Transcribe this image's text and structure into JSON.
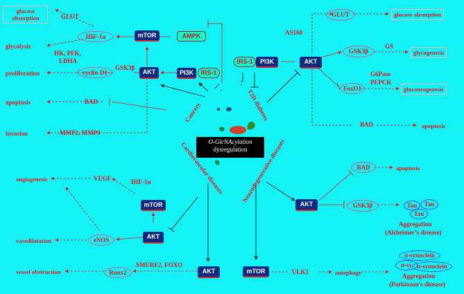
{
  "center": {
    "line1": "O-GlcNAcylation",
    "line2": "dysregulation"
  },
  "categories": {
    "cancers": "Cancers",
    "t2d": "T2D diabetes",
    "cvd": "Cardiovascular diseases",
    "neuro": "Neurodegenerative diseases"
  },
  "cancer": {
    "mtor": "mTOR",
    "ampk": "AMPK",
    "hif": "HIF-1α",
    "akt": "AKT",
    "pi3k": "PI3K",
    "irs1": "IRS-1",
    "cyclin": "cyclin D1",
    "glut": "GLUT",
    "hk": "HK, PFK,",
    "ldha": "LDHA",
    "gsk": "GSK3β",
    "bad": "BAD",
    "mmp": "MMP2, MMP9",
    "out_glucose1": "glucose",
    "out_glucose2": "absorption",
    "out_glycolysis": "glycolysis",
    "out_proliferation": "proliferation",
    "out_apoptosis": "apoptosis",
    "out_invasion": "invasion"
  },
  "diabetes": {
    "irs1": "IRS-1",
    "pi3k": "PI3K",
    "akt": "AKT",
    "glut": "GLUT",
    "as160": "AS160",
    "gsk": "GSK3β",
    "gs": "GS",
    "foxo": "FoxO1",
    "g6pase": "G6Pase",
    "pepck": "PEPCK",
    "bad": "BAD",
    "out_glucose": "glucose absorption",
    "out_glycogenesis": "glycogenesis",
    "out_gluconeogenesis": "gluconeogenesis",
    "out_apoptosis": "apoptosis"
  },
  "cardio": {
    "vegf": "VEGF",
    "hif": "HIF-1α",
    "mtor": "mTOR",
    "akt": "AKT",
    "enos": "eNOS",
    "akt2": "AKT",
    "smurf": "SMURF2, FOXO",
    "runx": "Runx2",
    "out_angiogenesis": "angiogenesis",
    "out_vasodilatation": "vasodilatation",
    "out_vessel": "vessel obstruction"
  },
  "neuro": {
    "bad": "BAD",
    "akt": "AKT",
    "gsk": "GSK3β",
    "tau1": "Tau",
    "tau2": "Tau",
    "tau3": "Tau",
    "agg1": "Aggregation",
    "alz": "(Alzheimer’s disease)",
    "mtor": "mTOR",
    "ulk": "ULK1",
    "syn1": "α-synuclein",
    "syn2": "α-sy",
    "syn3": "α-synuclein",
    "agg2": "Aggregation",
    "park": "(Parkinson’s disease)",
    "out_apoptosis": "apoptosis",
    "out_autophagy": "autophagy"
  }
}
